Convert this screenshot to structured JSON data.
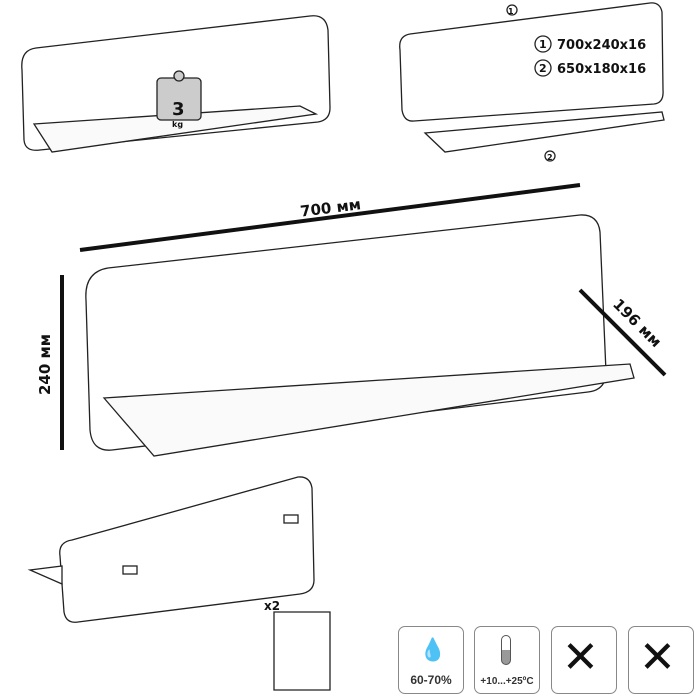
{
  "weight": {
    "value": "3",
    "unit": "kg"
  },
  "parts": [
    {
      "num": "1",
      "size": "700x240x16"
    },
    {
      "num": "2",
      "size": "650x180x16"
    }
  ],
  "dimensions": {
    "width": "700 мм",
    "height": "240 мм",
    "depth": "196 мм"
  },
  "mounting": {
    "quantity": "x2"
  },
  "conditions": {
    "humidity": "60-70%",
    "temperature": "+10...+25ºC"
  }
}
